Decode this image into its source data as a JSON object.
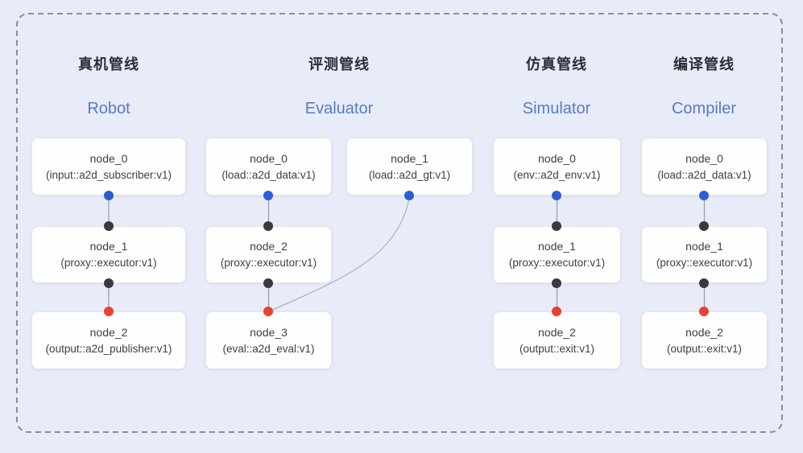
{
  "colors": {
    "background": "#e8ecf8",
    "dashed_border": "#8c8e96",
    "card_background": "#fefefe",
    "card_border": "#e1e3e9",
    "node_text": "#3d3f45",
    "title_chinese": "#2b2d33",
    "title_english": "#567cc6",
    "source_port_blue": "#2a5ed8",
    "connector_port_dark": "#3a3a3e",
    "sink_port_red": "#e5432f",
    "connector_line": "#9ba1ab",
    "cross_link_curve": "#aab3c9"
  },
  "pipelines": [
    {
      "title_zh": "真机管线",
      "title_en": "Robot",
      "nodes": [
        {
          "name": "node_0",
          "type": "(input::a2d_subscriber:v1)"
        },
        {
          "name": "node_1",
          "type": "(proxy::executor:v1)"
        },
        {
          "name": "node_2",
          "type": "(output::a2d_publisher:v1)"
        }
      ]
    },
    {
      "title_zh": "评测管线",
      "title_en": "Evaluator",
      "nodes": [
        {
          "name": "node_0",
          "type": "(load::a2d_data:v1)"
        },
        {
          "name": "node_1",
          "type": "(load::a2d_gt:v1)"
        },
        {
          "name": "node_2",
          "type": "(proxy::executor:v1)"
        },
        {
          "name": "node_3",
          "type": "(eval::a2d_eval:v1)"
        }
      ]
    },
    {
      "title_zh": "仿真管线",
      "title_en": "Simulator",
      "nodes": [
        {
          "name": "node_0",
          "type": "(env::a2d_env:v1)"
        },
        {
          "name": "node_1",
          "type": "(proxy::executor:v1)"
        },
        {
          "name": "node_2",
          "type": "(output::exit:v1)"
        }
      ]
    },
    {
      "title_zh": "编译管线",
      "title_en": "Compiler",
      "nodes": [
        {
          "name": "node_0",
          "type": "(load::a2d_data:v1)"
        },
        {
          "name": "node_1",
          "type": "(proxy::executor:v1)"
        },
        {
          "name": "node_2",
          "type": "(output::exit:v1)"
        }
      ]
    }
  ]
}
